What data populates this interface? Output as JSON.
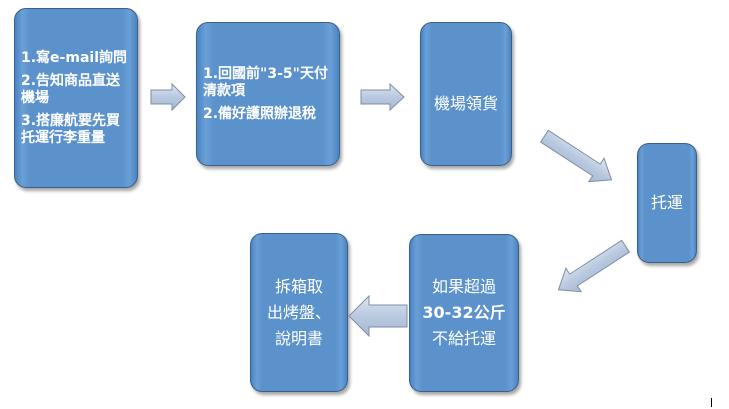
{
  "steps": [
    {
      "lines": [
        "1.寫e-mail詢問",
        "2.告知商品直送機場",
        "3.搭廉航要先買托運行李重量"
      ]
    },
    {
      "lines": [
        "1.回國前\"3-5\"天付清款項",
        "2.備好護照辦退稅"
      ]
    },
    {
      "lines": [
        "機場領貨"
      ]
    },
    {
      "lines": [
        "托運"
      ]
    },
    {
      "lines": [
        "如果超過",
        "30-32公斤",
        "不給托運"
      ]
    },
    {
      "lines": [
        "拆箱取",
        "出烤盤、",
        "說明書"
      ]
    }
  ]
}
